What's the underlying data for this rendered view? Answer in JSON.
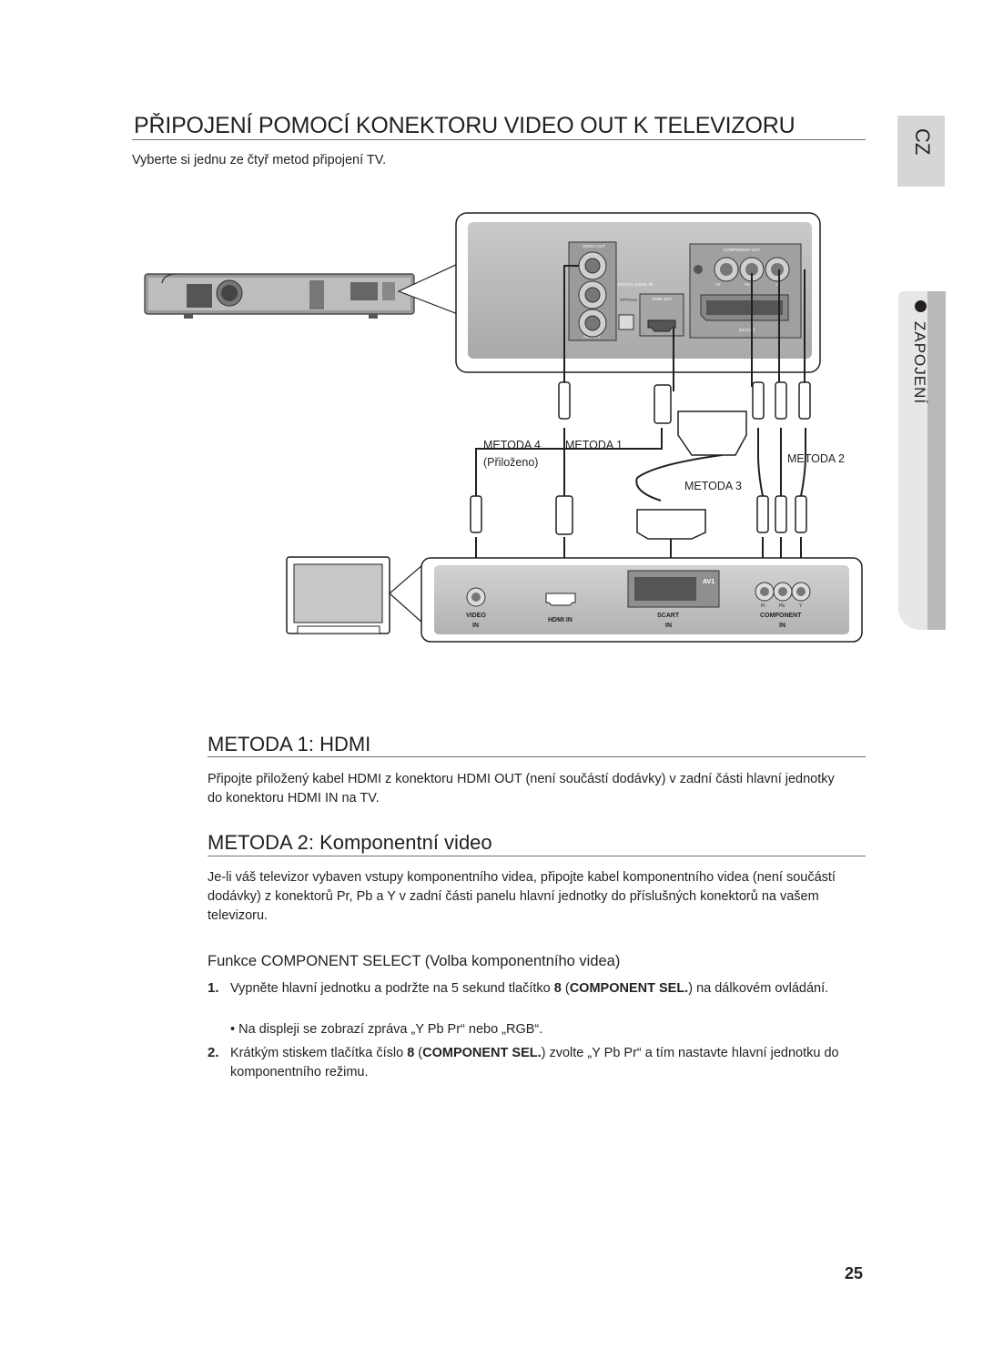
{
  "language_tab": "CZ",
  "section_tab": "ZAPOJENÍ",
  "title": "PŘIPOJENÍ POMOCÍ KONEKTORU VIDEO OUT K TELEVIZORU",
  "subtitle": "Vyberte si jednu ze čtyř metod připojení TV.",
  "diagram": {
    "unit_labels": {
      "video_out": "VIDEO OUT",
      "component_out": "COMPONENT OUT",
      "digital_audio_in": "DIGITAL AUDIO IN",
      "optical": "OPTICAL",
      "hdmi_out": "HDMI OUT",
      "aux_in_2": "AUX IN 2",
      "ext_av": "EXT(AV)",
      "pr": "PR",
      "pb": "PB",
      "y": "Y"
    },
    "methods": {
      "m4": "METODA 4",
      "m4_note": "(Přiloženo)",
      "m1": "METODA 1",
      "m2": "METODA 2",
      "m3": "METODA 3"
    },
    "tv_labels": {
      "video_in_1": "VIDEO",
      "video_in_2": "IN",
      "hdmi_in": "HDMI IN",
      "scart_1": "SCART",
      "scart_2": "IN",
      "component_1": "COMPONENT",
      "component_2": "IN",
      "av1": "AV1",
      "pr": "Pr",
      "pb": "Pb",
      "y": "Y"
    }
  },
  "method1": {
    "heading": "METODA 1: HDMI",
    "body": "Připojte přiložený kabel HDMI z konektoru HDMI OUT (není součástí dodávky) v zadní části hlavní jednotky do konektoru HDMI IN na TV."
  },
  "method2": {
    "heading": "METODA 2: Komponentní video",
    "body": "Je-li váš televizor vybaven vstupy komponentního videa, připojte kabel komponentního videa (není součástí dodávky) z konektorů Pr, Pb a Y v zadní části panelu hlavní jednotky do příslušných konektorů na vašem televizoru."
  },
  "component_select": {
    "heading": "Funkce COMPONENT SELECT (Volba komponentního videa)",
    "steps": [
      {
        "num": "1.",
        "pre": "Vypněte hlavní jednotku a podržte na 5 sekund tlačítko ",
        "key": "8",
        "paren_open": " (",
        "keyname": "COMPONENT SEL.",
        "post": ") na dálkovém ovládání."
      },
      {
        "num": "2.",
        "pre": "Krátkým stiskem tlačítka číslo ",
        "key": "8",
        "paren_open": " (",
        "keyname": "COMPONENT SEL.",
        "post": ") zvolte „Y Pb Pr“ a tím nastavte hlavní jednotku do komponentního režimu."
      }
    ],
    "bullet": "Na displeji se zobrazí zpráva „Y Pb Pr“ nebo „RGB“."
  },
  "page_number": "25"
}
